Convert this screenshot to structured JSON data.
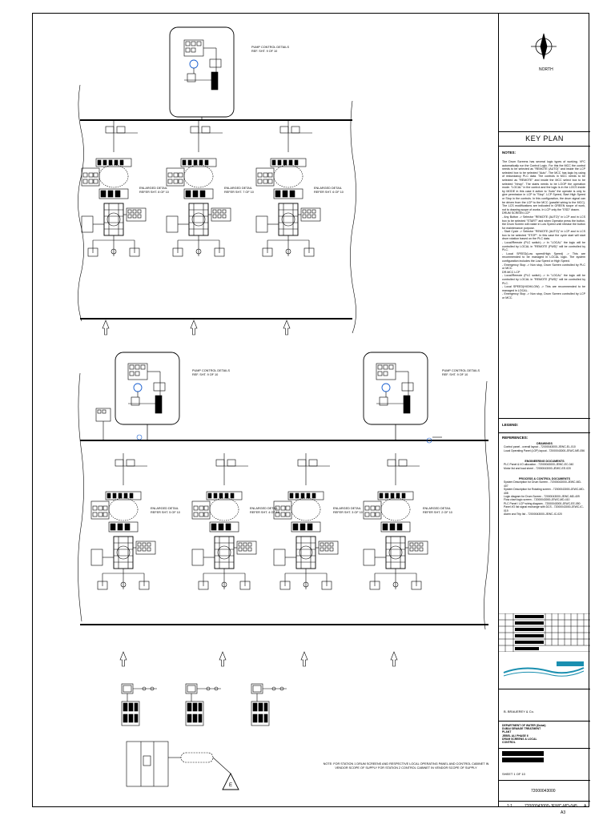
{
  "sheet": {
    "north_label": "NORTH"
  },
  "callouts": {
    "pump_control": [
      "PUMP CONTROL DETAILS",
      "REF. SHT. 9 OF 10"
    ],
    "enlarged_top": [
      [
        "ENLARGED DETAIL",
        "REFER SHT. 8 OF 10"
      ],
      [
        "ENLARGED DETAIL",
        "REFER SHT. 7 OF 10"
      ],
      [
        "ENLARGED DETAIL",
        "REFER SHT. 6 OF 10"
      ]
    ],
    "enlarged_bottom": [
      [
        "ENLARGED DETAIL",
        "REFER SHT. 5 OF 10"
      ],
      [
        "ENLARGED DETAIL",
        "REFER SHT. 4 OF 10"
      ],
      [
        "ENLARGED DETAIL",
        "REFER SHT. 3 OF 10"
      ],
      [
        "ENLARGED DETAIL",
        "REFER SHT. 2 OF 10"
      ]
    ]
  },
  "sidebar": {
    "key_plan": "KEY PLAN",
    "notes_label": "NOTES:",
    "notes_text": "The Drum Screens has several logic types of working. VFC automatically run the Control Logic. For this the MCC the control needs to be selected as \"REMOTE (AUTO)\" and inside the LCP selected box to be selected \"Auto\". The MCC has logic by using of redundancy PLC data. The controls in MCC needs to be selected as \"REMOTE\" and inside the MCC select box to be selected \"Inhop\". The starts needs to be LOOP the operation mode. \"LOCAL\" in the control and the logic is in the LOCS inside by MODE in this case it action to \"Auto\" the operate is only to give permission in LCP to \"Stop\". LCP Speed, Start High Speed or Stop in the controls. In this configuration, the drum signal can be driven from the LCP to the MCC (parallel wiring to the MCC). The LCS modifications are indicated in GREEN scope of work, not to drawing scope of works. In LCP only the \"ESD\" drawn.\nDRUM SCREEN LCP\n- Any Button -> Selector \"REMOTE (AUTO)\" in LCP and in LCS box to be selected \"START\" and when Operator press the button, the Drum Screen will rotate in Low Speed until release the button for maintenance purpose.\n- Start Cycle -> Selector \"REMOTE (AUTO)\" in LCP and in LCS box to be selected \"STOP\". In this case the cycle start will start drum rotation based on the PLC data.\n- Local/Remote (PLC switch) -> In \"LOCAL\" the logic will be controlled by LOCAL in \"REMOTE (FWD)\" will be controlled by PLC.\n- Local SPEED(Low speed/High Speed) -> This are recommended to be managed in LOCAL logic. The system configuration includes the Low Speed or High Speed.\n- Emergency Stop -> Non stop, Drum Screen controlled by PLC or MCC.\nDR.MCC LCP\n- Local/Remote (PLC switch) -> In \"LOCAL\" the logic will be controlled by LOCAL in \"REMOTE (FWD)\" will be controlled by PLC.\n- Local SPEED(HIGH/LOW) -> This are recommended to be managed in LOCAL.\n- Emergency Stop -> Non stop, Drum Screen controlled by LCP or MCC.",
    "legend_label": "LEGEND:",
    "references_label": "REFERENCES:",
    "ref_groups": [
      {
        "head": "DRAWINGS",
        "items": [
          "Control panel - overall layout - 72000043000-JEWC-EL-010",
          "Local Operating Panel (LOP) layout - 72000043000-JEWC-ME-056"
        ]
      },
      {
        "head": "ENGINEERING DOCUMENTS",
        "items": [
          "PLC Panel & I/O allocation - 72000043000-JEWC-EC-040",
          "Motor list and load sheet - 72000043000-JEWC-EE-020"
        ]
      },
      {
        "head": "PROCESS & CONTROL DOCUMENTS",
        "items": [
          "System Description for Drum Screen - 72000043000-JEWC-MD-407",
          "System Description for Rotating screen - 72000043000-JEWC-MD-408",
          "Logic diagram for Drum Screen - 72000043000-JEWC-MD-409",
          "Flow chart logic screen - 72000043000-JEWC-MD-410",
          "PLC Panel / LCP wiring diagram - 72000043000-JEWC-EE-050",
          "Panel I/O list signal exchange with DCS - 72000043000-JEWC-IC-019",
          "Alarm and Trip list - 72000043000-JEWC-IC-020"
        ]
      }
    ],
    "company_line": "B. BRAUEREY & Co.",
    "project_block": "DEPARTMENT OF WATER (Dubai)\nDUBAI SEWAGE TREATMENT PLANT\nJEBEL ALI PHASE II\nDRUM SCREENS & LOCAL CONTROL",
    "sheet_label": "SHEET 1 OF 10",
    "doc_short": "72000043000",
    "scale": "1:1",
    "doc_number": "72000043000-JEWC-MD-045",
    "revision": "A",
    "bottom_mark": "A3"
  },
  "note_bottom": "NOTE: FOR STATION 1 DRUM SCREENS AND RESPECTIVE LOCAL OPERATING PANEL AND CONTROL CABINET IN VENDOR SCOPE OF SUPPLY FOR STATION 2 CONTROL CABINET IN VENDOR SCOPE OF SUPPLY",
  "colors": {
    "line": "#000000",
    "highlight": "#1a5fd0",
    "logo_teal": "#1a8fb0"
  }
}
